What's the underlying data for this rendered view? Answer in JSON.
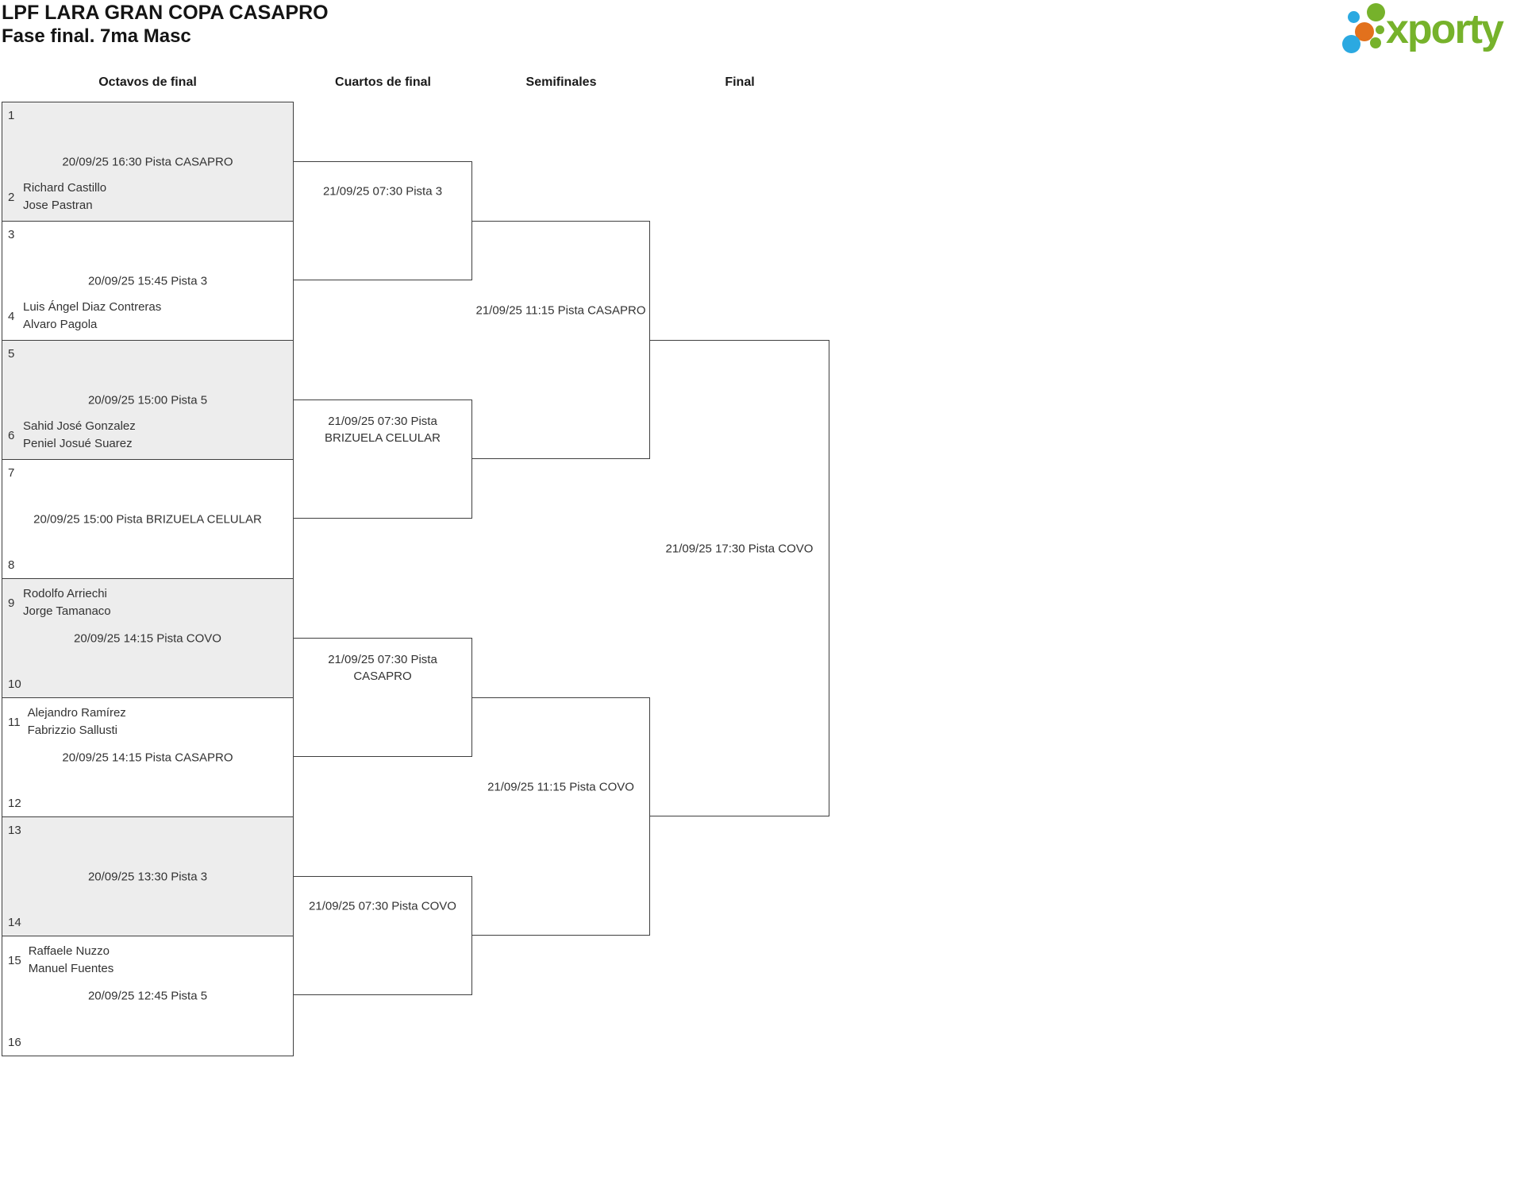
{
  "header": {
    "title": "LPF LARA GRAN COPA CASAPRO",
    "subtitle": "Fase final. 7ma Masc"
  },
  "logo": {
    "text": "xporty",
    "colors": {
      "green": "#76b22b",
      "blue": "#2ba9e1",
      "orange": "#e2711d"
    }
  },
  "columns": {
    "r16": "Octavos de final",
    "qf": "Cuartos de final",
    "sf": "Semifinales",
    "final": "Final"
  },
  "rounds": {
    "octavos": [
      {
        "top": {
          "number": "1",
          "players": []
        },
        "bottom": {
          "number": "2",
          "players": [
            "Richard Castillo",
            "Jose Pastran"
          ]
        },
        "schedule": "20/09/25 16:30 Pista CASAPRO"
      },
      {
        "top": {
          "number": "3",
          "players": []
        },
        "bottom": {
          "number": "4",
          "players": [
            "Luis Ángel Diaz Contreras",
            "Alvaro Pagola"
          ]
        },
        "schedule": "20/09/25 15:45 Pista 3"
      },
      {
        "top": {
          "number": "5",
          "players": []
        },
        "bottom": {
          "number": "6",
          "players": [
            "Sahid José Gonzalez",
            "Peniel Josué Suarez"
          ]
        },
        "schedule": "20/09/25 15:00 Pista 5"
      },
      {
        "top": {
          "number": "7",
          "players": []
        },
        "bottom": {
          "number": "8",
          "players": []
        },
        "schedule": "20/09/25 15:00 Pista BRIZUELA CELULAR"
      },
      {
        "top": {
          "number": "9",
          "players": [
            "Rodolfo Arriechi",
            "Jorge Tamanaco"
          ]
        },
        "bottom": {
          "number": "10",
          "players": []
        },
        "schedule": "20/09/25 14:15 Pista COVO"
      },
      {
        "top": {
          "number": "11",
          "players": [
            "Alejandro Ramírez",
            "Fabrizzio Sallusti"
          ]
        },
        "bottom": {
          "number": "12",
          "players": []
        },
        "schedule": "20/09/25 14:15 Pista CASAPRO"
      },
      {
        "top": {
          "number": "13",
          "players": []
        },
        "bottom": {
          "number": "14",
          "players": []
        },
        "schedule": "20/09/25 13:30 Pista 3"
      },
      {
        "top": {
          "number": "15",
          "players": [
            "Raffaele Nuzzo",
            "Manuel Fuentes"
          ]
        },
        "bottom": {
          "number": "16",
          "players": []
        },
        "schedule": "20/09/25 12:45 Pista 5"
      }
    ],
    "cuartos": [
      {
        "schedule": "21/09/25 07:30 Pista 3"
      },
      {
        "schedule": "21/09/25 07:30 Pista\nBRIZUELA CELULAR"
      },
      {
        "schedule": "21/09/25 07:30 Pista\nCASAPRO"
      },
      {
        "schedule": "21/09/25 07:30 Pista COVO"
      }
    ],
    "semifinales": [
      {
        "schedule": "21/09/25 11:15 Pista CASAPRO"
      },
      {
        "schedule": "21/09/25 11:15 Pista COVO"
      }
    ],
    "final": {
      "schedule": "21/09/25 17:30 Pista COVO"
    }
  }
}
